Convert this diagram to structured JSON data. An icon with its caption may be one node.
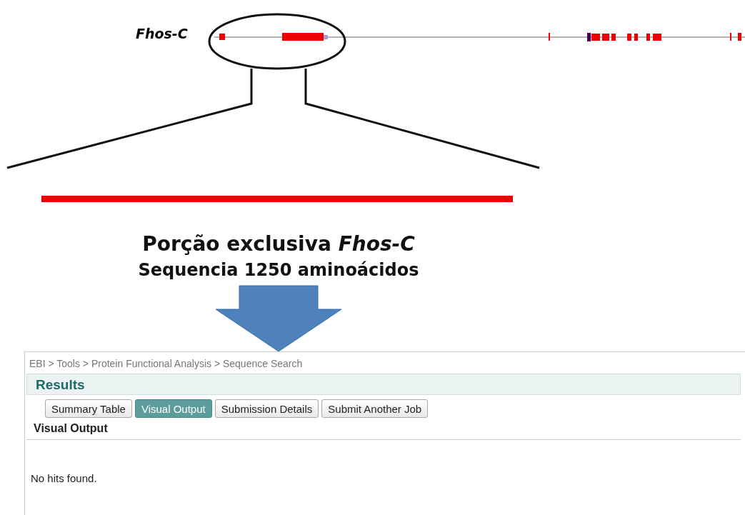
{
  "diagram": {
    "nodes": [
      {
        "text": [
          "Porção exclusiva *Fhos-C*",
          "Sequencia 1250 aminoácidos"
        ]
      },
      {
        "text": [
          "EBI > Tools > Protein Functional Analysis > Sequence Search",
          "Results",
          "Summary Table",
          "Visual Output",
          "Submission Details",
          "Submit Another Job",
          "Visual Output",
          "No hits found."
        ]
      }
    ],
    "edges": [
      {
        "from": 0,
        "to": 1,
        "arrow": "to",
        "style": "thick",
        "color": "#4f81bd"
      }
    ],
    "labels": [
      "Fhos-C"
    ]
  }
}
